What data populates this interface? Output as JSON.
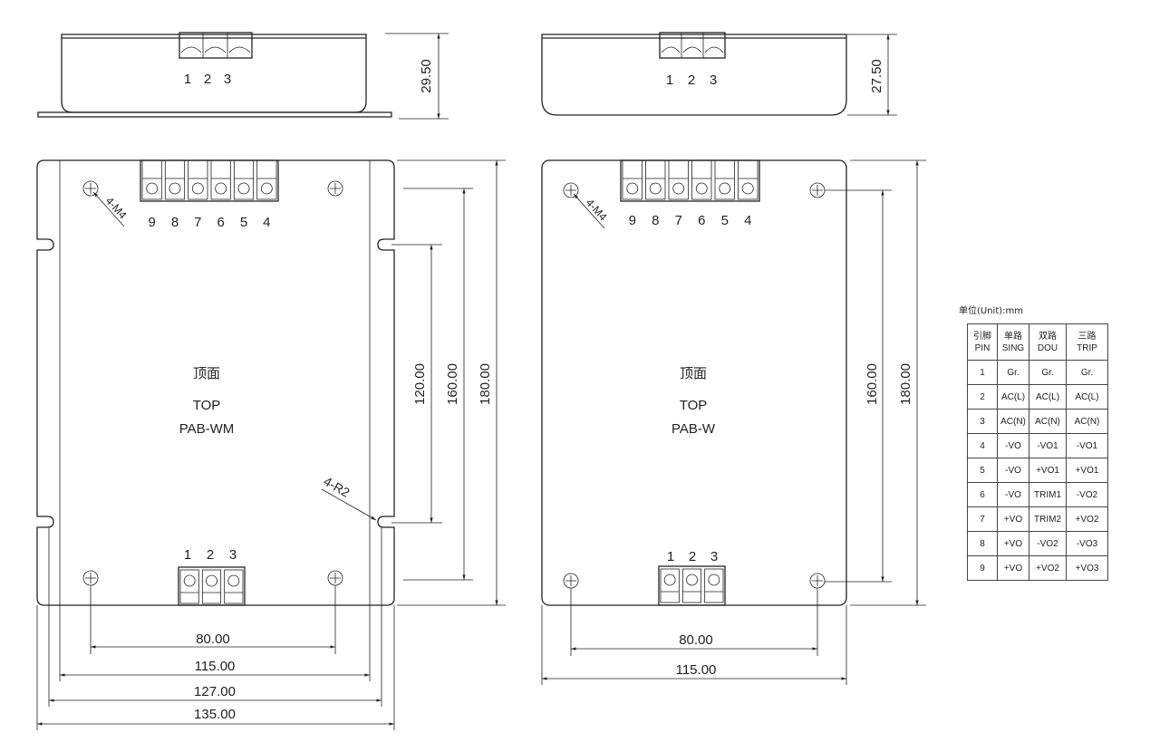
{
  "side_view_wm": {
    "pins": [
      "1",
      "2",
      "3"
    ],
    "height_dim": "29.50"
  },
  "side_view_w": {
    "pins": [
      "1",
      "2",
      "3"
    ],
    "height_dim": "27.50"
  },
  "top_view_wm": {
    "top_pins": [
      "9",
      "8",
      "7",
      "6",
      "5",
      "4"
    ],
    "bottom_pins": [
      "1",
      "2",
      "3"
    ],
    "label_cn": "顶面",
    "label_en": "TOP",
    "model": "PAB-WM",
    "hole_note": "4-M4",
    "radius_note": "4-R2",
    "dims": {
      "d120": "120.00",
      "d160": "160.00",
      "d180": "180.00",
      "d80": "80.00",
      "d115": "115.00",
      "d127": "127.00",
      "d135": "135.00"
    }
  },
  "top_view_w": {
    "top_pins": [
      "9",
      "8",
      "7",
      "6",
      "5",
      "4"
    ],
    "bottom_pins": [
      "1",
      "2",
      "3"
    ],
    "label_cn": "顶面",
    "label_en": "TOP",
    "model": "PAB-W",
    "hole_note": "4-M4",
    "dims": {
      "d160": "160.00",
      "d180": "180.00",
      "d80": "80.00",
      "d115": "115.00"
    }
  },
  "unit_note": "单位(Unit):mm",
  "pin_table": {
    "headers": [
      [
        "引脚",
        "PIN"
      ],
      [
        "单路",
        "SING"
      ],
      [
        "双路",
        "DOU"
      ],
      [
        "三路",
        "TRIP"
      ]
    ],
    "rows": [
      [
        "1",
        "Gr.",
        "Gr.",
        "Gr."
      ],
      [
        "2",
        "AC(L)",
        "AC(L)",
        "AC(L)"
      ],
      [
        "3",
        "AC(N)",
        "AC(N)",
        "AC(N)"
      ],
      [
        "4",
        "-VO",
        "-VO1",
        "-VO1"
      ],
      [
        "5",
        "-VO",
        "+VO1",
        "+VO1"
      ],
      [
        "6",
        "-VO",
        "TRIM1",
        "-VO2"
      ],
      [
        "7",
        "+VO",
        "TRIM2",
        "+VO2"
      ],
      [
        "8",
        "+VO",
        "-VO2",
        "-VO3"
      ],
      [
        "9",
        "+VO",
        "+VO2",
        "+VO3"
      ]
    ]
  }
}
